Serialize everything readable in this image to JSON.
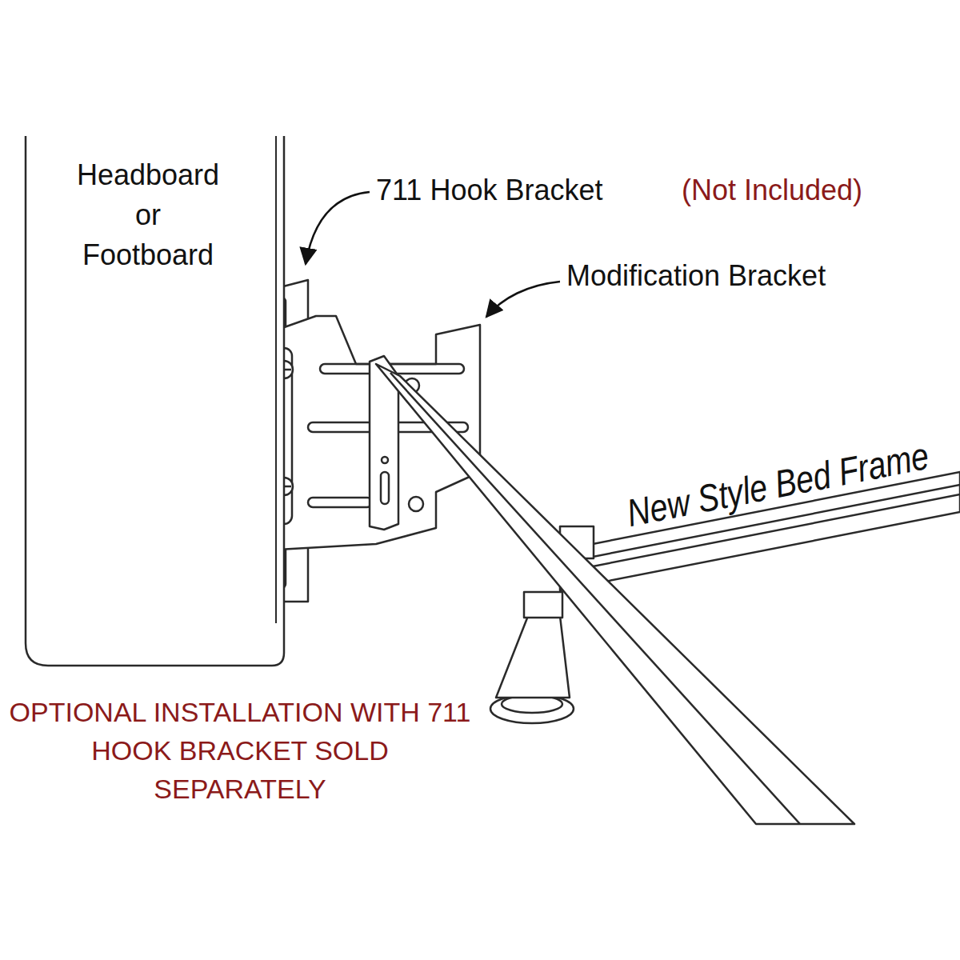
{
  "diagram": {
    "nodes": [
      {
        "text": [
          "Headboard or Footboard"
        ]
      }
    ],
    "labels": [
      "711 Hook Bracket",
      "(Not Included)",
      "Modification Bracket",
      "New Style Bed Frame",
      "OPTIONAL INSTALLATION WITH 711 HOOK BRACKET SOLD SEPARATELY"
    ]
  }
}
